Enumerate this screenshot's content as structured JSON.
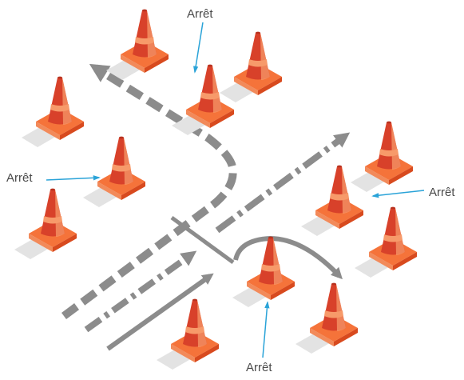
{
  "labels": {
    "stop_top": "Arrêt",
    "stop_left": "Arrêt",
    "stop_right": "Arrêt",
    "stop_bottom": "Arrêt"
  },
  "colors": {
    "background": "#ffffff",
    "road_line": "#8c8c8c",
    "cone_orange": "#f26a24",
    "cone_red": "#d8412a",
    "cone_light": "#f79a6a",
    "cone_shadow": "#e3e3e3",
    "callout_arrow": "#2aa3d8",
    "label_text": "#4a4a4a"
  }
}
